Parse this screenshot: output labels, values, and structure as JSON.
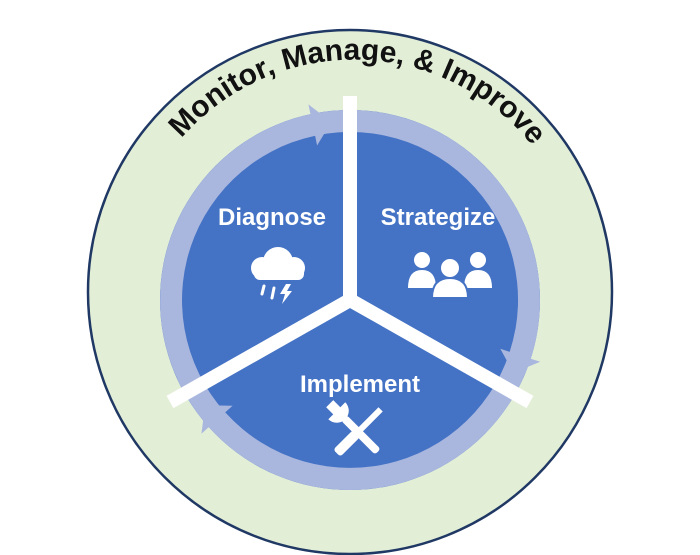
{
  "diagram": {
    "outer_title": "Monitor, Manage, & Improve",
    "segments": [
      {
        "label": "Diagnose",
        "icon": "storm-cloud-icon"
      },
      {
        "label": "Strategize",
        "icon": "people-group-icon"
      },
      {
        "label": "Implement",
        "icon": "wrench-screwdriver-icon"
      }
    ],
    "colors": {
      "outer_fill": "#e3eed7",
      "outer_stroke": "#1f3864",
      "segment_fill": "#4472c4",
      "arrow_fill": "#a9b7df",
      "divider": "#ffffff"
    }
  }
}
